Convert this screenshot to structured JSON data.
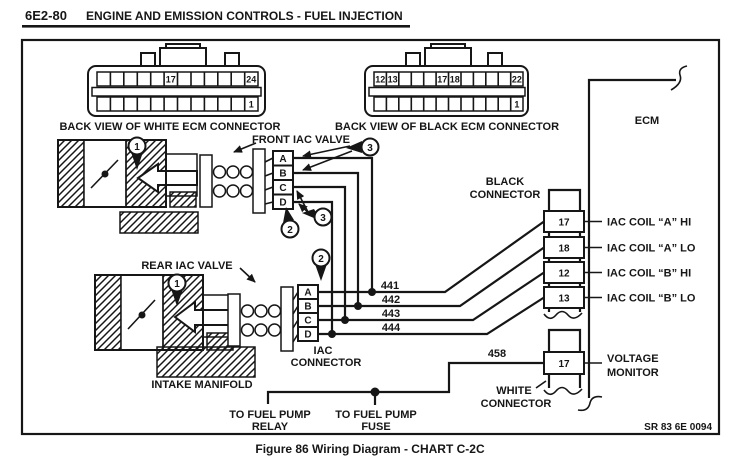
{
  "header": {
    "section": "6E2-80",
    "title": "ENGINE AND EMISSION CONTROLS - FUEL INJECTION"
  },
  "caption": "Figure 86 Wiring Diagram - CHART C-2C",
  "ref_code": "SR 83 6E 0094",
  "ecm_connectors": {
    "white": {
      "label": "BACK VIEW OF WHITE ECM CONNECTOR",
      "top_pins": {
        "p6": "17",
        "p12": "24"
      },
      "bottom_pins": {
        "p12": "1"
      }
    },
    "black": {
      "label": "BACK VIEW OF BLACK ECM CONNECTOR",
      "top_pins": {
        "p1": "12",
        "p2": "13",
        "p6": "17",
        "p7": "18",
        "p12": "22"
      },
      "bottom_pins": {
        "p12": "1"
      }
    }
  },
  "valves": {
    "front": {
      "label": "FRONT IAC VALVE"
    },
    "rear": {
      "label": "REAR IAC VALVE"
    },
    "manifold_label": "INTAKE MANIFOLD",
    "pin_letters": [
      "A",
      "B",
      "C",
      "D"
    ],
    "iac_label": [
      "IAC",
      "CONNECTOR"
    ]
  },
  "wires": {
    "w441": "441",
    "w442": "442",
    "w443": "443",
    "w444": "444",
    "w458": "458"
  },
  "ecm": {
    "label": "ECM",
    "black_connector_label": [
      "BLACK",
      "CONNECTOR"
    ],
    "white_connector_label": [
      "WHITE",
      "CONNECTOR"
    ],
    "terminals": [
      {
        "pin": "17",
        "label": "IAC COIL “A” HI"
      },
      {
        "pin": "18",
        "label": "IAC COIL “A” LO"
      },
      {
        "pin": "12",
        "label": "IAC COIL “B” HI"
      },
      {
        "pin": "13",
        "label": "IAC COIL “B” LO"
      }
    ],
    "voltage_terminal": {
      "pin": "17",
      "label_line1": "VOLTAGE",
      "label_line2": "MONITOR"
    }
  },
  "bottom": {
    "relay": [
      "TO FUEL PUMP",
      "RELAY"
    ],
    "fuse": [
      "TO FUEL PUMP",
      "FUSE"
    ]
  },
  "callouts": {
    "c1": "1",
    "c2": "2",
    "c3": "3"
  },
  "colors": {
    "ink": "#161616",
    "paper": "#ffffff"
  }
}
